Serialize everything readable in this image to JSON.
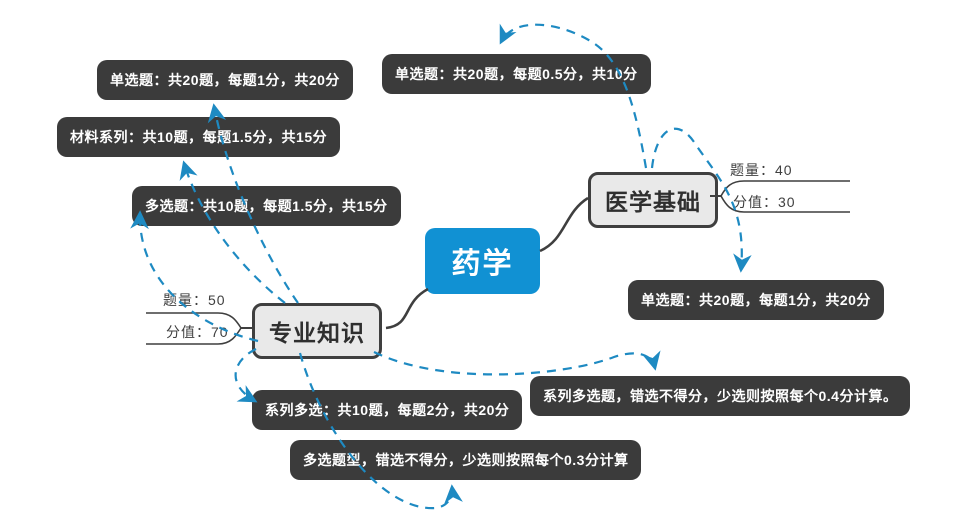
{
  "diagram_type": "mindmap",
  "colors": {
    "root_fill": "#1191d3",
    "root_text": "#ffffff",
    "branch_fill": "#e9e9e9",
    "branch_border": "#3f3f3f",
    "branch_text": "#2f2f2f",
    "note_fill": "#3b3b3b",
    "note_text": "#ffffff",
    "relation_line": "#1e8ac2",
    "connector_line": "#3f3f3f"
  },
  "root": {
    "label": "药学"
  },
  "branches": [
    {
      "label": "医学基础",
      "attributes": [
        {
          "label": "题量：40"
        },
        {
          "label": "分值：30"
        }
      ]
    },
    {
      "label": "专业知识",
      "attributes": [
        {
          "label": "题量：50"
        },
        {
          "label": "分值：70"
        }
      ]
    }
  ],
  "notes": [
    {
      "text": "单选题：共20题，每题1分，共20分"
    },
    {
      "text": "材料系列：共10题，每题1.5分，共15分"
    },
    {
      "text": "多选题：共10题，每题1.5分，共15分"
    },
    {
      "text": "单选题：共20题，每题0.5分，共10分"
    },
    {
      "text": "单选题：共20题，每题1分，共20分"
    },
    {
      "text": "系列多选题，错选不得分，少选则按照每个0.4分计算。"
    },
    {
      "text": "系列多选：共10题，每题2分，共20分"
    },
    {
      "text": "多选题型，错选不得分，少选则按照每个0.3分计算"
    }
  ]
}
